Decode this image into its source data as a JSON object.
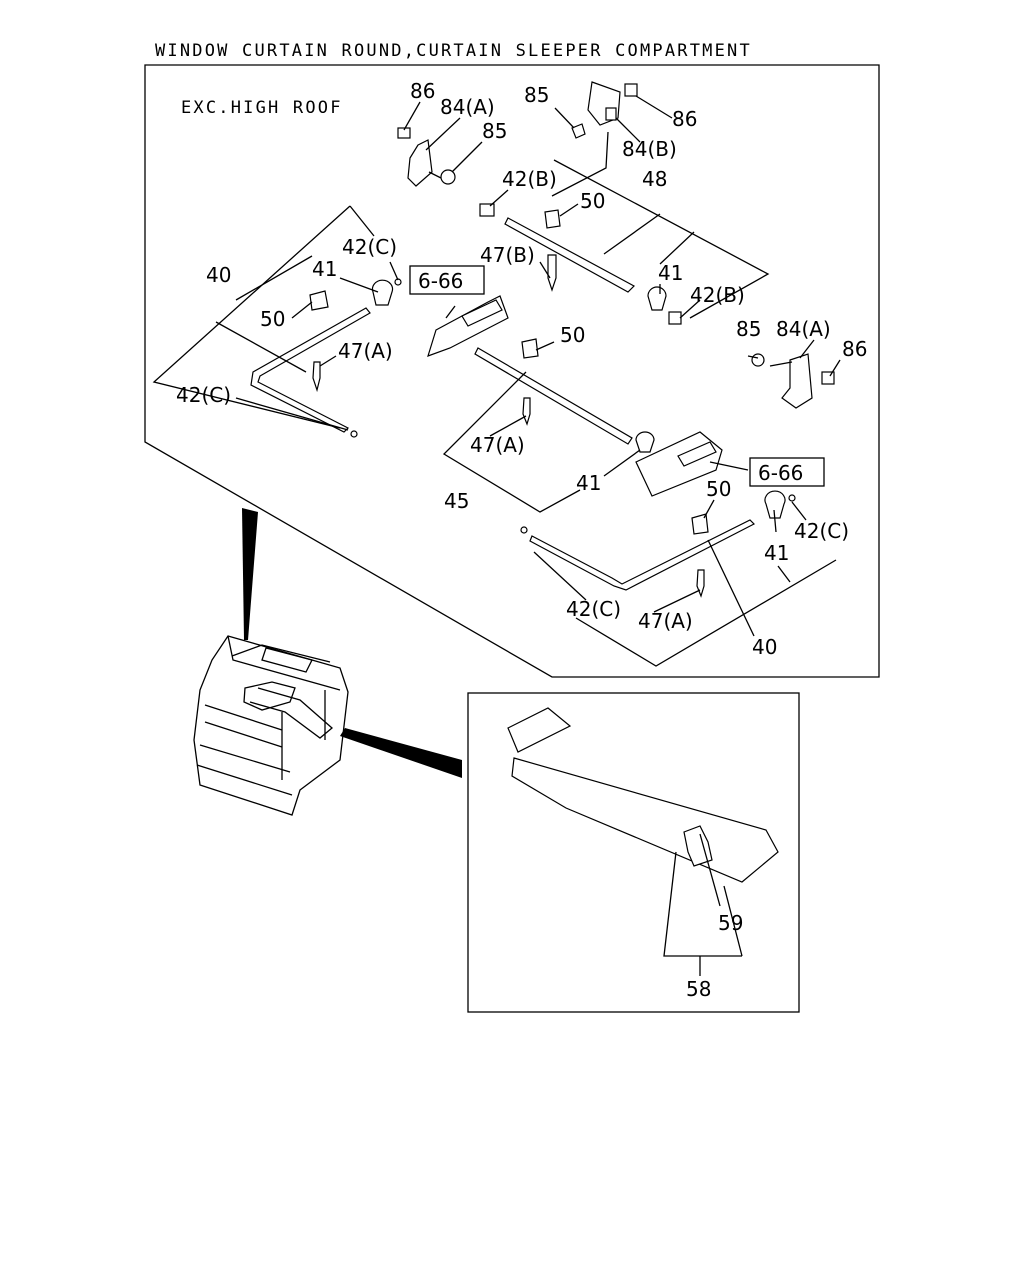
{
  "title": {
    "line1": "WINDOW CURTAIN ROUND,CURTAIN SLEEPER COMPARTMENT",
    "line2": "EXC.HIGH ROOF"
  },
  "refs": {
    "upper_right": "6-66",
    "lower_right": "6-66"
  },
  "labels": {
    "p86_a": "86",
    "p84a_a": "84(A)",
    "p85_a": "85",
    "p85_b": "85",
    "p86_b": "86",
    "p84b": "84(B)",
    "p42b_a": "42(B)",
    "p48": "48",
    "p50_a": "50",
    "p42c_a": "42(C)",
    "p40_a": "40",
    "p41_a": "41",
    "p47b": "47(B)",
    "p41_b": "41",
    "p42b_b": "42(B)",
    "p50_b": "50",
    "p47a_a": "47(A)",
    "p42c_b": "42(C)",
    "p50_c": "50",
    "p85_c": "85",
    "p84a_b": "84(A)",
    "p86_c": "86",
    "p47a_b": "47(A)",
    "p41_c": "41",
    "p45": "45",
    "p50_d": "50",
    "p42c_c": "42(C)",
    "p41_d": "41",
    "p42c_d": "42(C)",
    "p47a_c": "47(A)",
    "p40_b": "40",
    "p59": "59",
    "p58": "58"
  }
}
